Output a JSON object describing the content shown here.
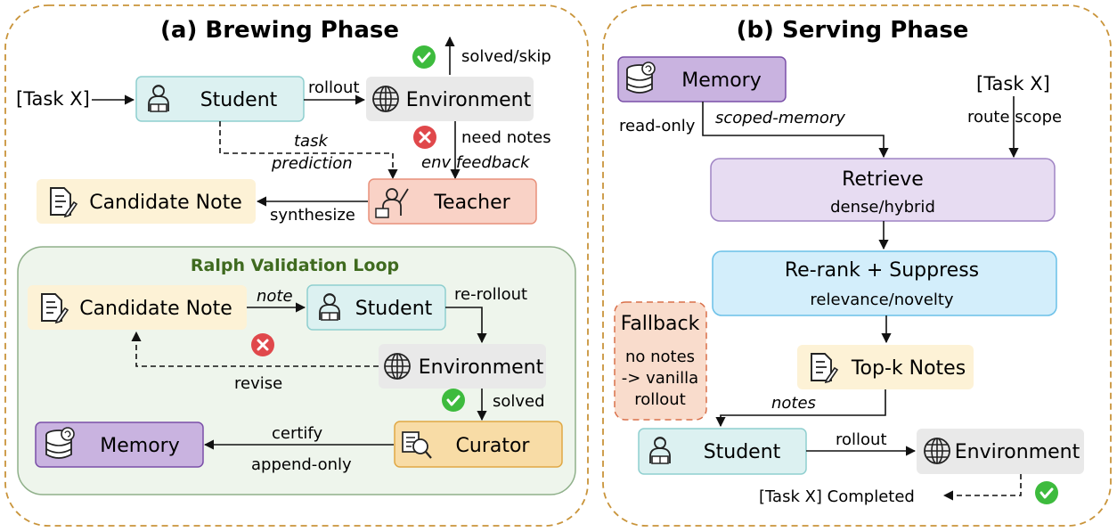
{
  "panels": {
    "brewing": {
      "title": "(a) Brewing Phase",
      "task": "[Task X]",
      "student": "Student",
      "rollout": "rollout",
      "environment": "Environment",
      "solved_skip": "solved/skip",
      "need_notes": "need notes",
      "env_feedback": "env feedback",
      "task_prediction_1": "task",
      "task_prediction_2": "prediction",
      "teacher": "Teacher",
      "candidate_note": "Candidate Note",
      "synthesize": "synthesize",
      "loop": {
        "title": "Ralph Validation Loop",
        "candidate_note": "Candidate Note",
        "note": "note",
        "student": "Student",
        "re_rollout": "re-rollout",
        "environment": "Environment",
        "revise": "revise",
        "solved": "solved",
        "memory": "Memory",
        "certify": "certify",
        "append_only": "append-only",
        "curator": "Curator"
      }
    },
    "serving": {
      "title": "(b) Serving Phase",
      "memory": "Memory",
      "read_only": "read-only",
      "scoped_memory": "scoped-memory",
      "task": "[Task X]",
      "route_scope": "route scope",
      "retrieve": "Retrieve",
      "retrieve_sub": "dense/hybrid",
      "rerank": "Re-rank + Suppress",
      "rerank_sub": "relevance/novelty",
      "fallback_title": "Fallback",
      "fallback_1": "no notes",
      "fallback_2": "-> vanilla",
      "fallback_3": "rollout",
      "topk": "Top-k Notes",
      "notes": "notes",
      "student": "Student",
      "rollout": "rollout",
      "environment": "Environment",
      "completed": "[Task X] Completed"
    }
  },
  "colors": {
    "panel_border": "#c9943a",
    "student_fill": "#dcf1f1",
    "student_border": "#8fcfcf",
    "env_fill": "#e9e9e9",
    "teacher_fill": "#f9d2c6",
    "teacher_border": "#e8907a",
    "note_fill": "#fdf2d6",
    "loop_fill": "#eef5ec",
    "loop_border": "#8fb08a",
    "memory_fill": "#c9b3e0",
    "memory_border": "#7a4fa8",
    "retrieve_fill": "#e7dcf2",
    "retrieve_border": "#9f84c4",
    "rerank_fill": "#d3eefb",
    "rerank_border": "#6ac0e8",
    "curator_fill": "#f8dca6",
    "curator_border": "#e0a845",
    "fallback_fill": "#f9dccc",
    "fallback_border": "#d9704a",
    "check_green": "#3dbb3d",
    "cross_red": "#e0484b"
  },
  "icons": [
    "student-icon",
    "globe-icon",
    "teacher-icon",
    "note-icon",
    "database-icon",
    "curator-icon",
    "check-icon",
    "cross-icon"
  ]
}
